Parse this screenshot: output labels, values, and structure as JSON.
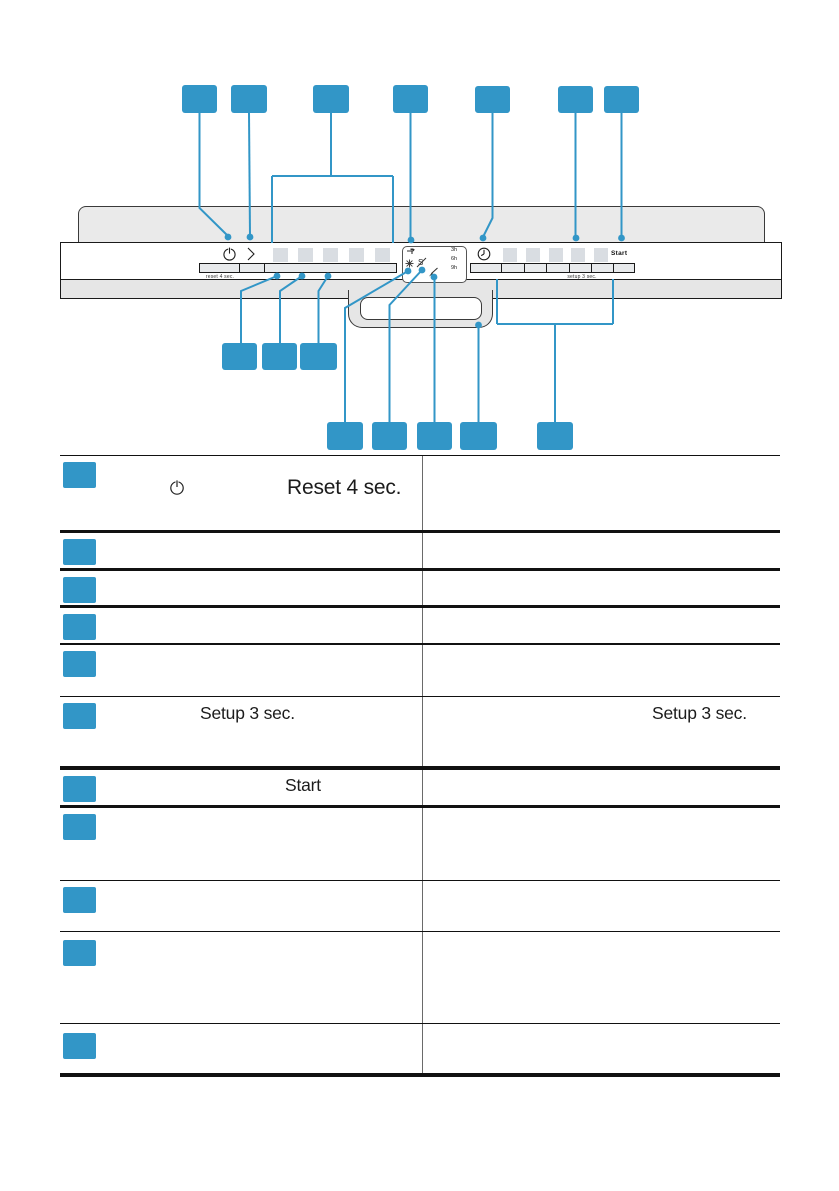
{
  "accent_color": "#3296c7",
  "panel": {
    "start_label": "Start",
    "reset_bar_label": "reset 4 sec.",
    "setup_bar_label": "setup 3 sec.",
    "display_times": [
      "3h",
      "6h",
      "9h"
    ],
    "icons": {
      "power": "power-standby-icon",
      "door_open": "door-open-chevron-icon",
      "water_tap": "water-supply-faucet-icon",
      "rinse_aid": "rinse-aid-refill-icon",
      "salt": "salt-refill-icon",
      "brush": "cleaning-brush-icon",
      "timer": "time-delay-clock-icon"
    }
  },
  "callouts": {
    "top_boxes": 7,
    "middle_boxes": 3,
    "bottom_boxes": 5
  },
  "table": {
    "rows": [
      {
        "left_icon": "power-standby-icon",
        "left_text": "Reset 4 sec.",
        "right_text": ""
      },
      {
        "left_text": "",
        "right_text": ""
      },
      {
        "left_text": "",
        "right_text": ""
      },
      {
        "left_text": "",
        "right_text": ""
      },
      {
        "left_text": "",
        "right_text": ""
      },
      {
        "left_text": "Setup 3 sec.",
        "right_text": "Setup 3 sec."
      },
      {
        "left_text": "Start",
        "right_text": ""
      },
      {
        "left_text": "",
        "right_text": ""
      },
      {
        "left_text": "",
        "right_text": ""
      },
      {
        "left_text": "",
        "right_text": ""
      },
      {
        "left_text": "",
        "right_text": ""
      }
    ]
  }
}
